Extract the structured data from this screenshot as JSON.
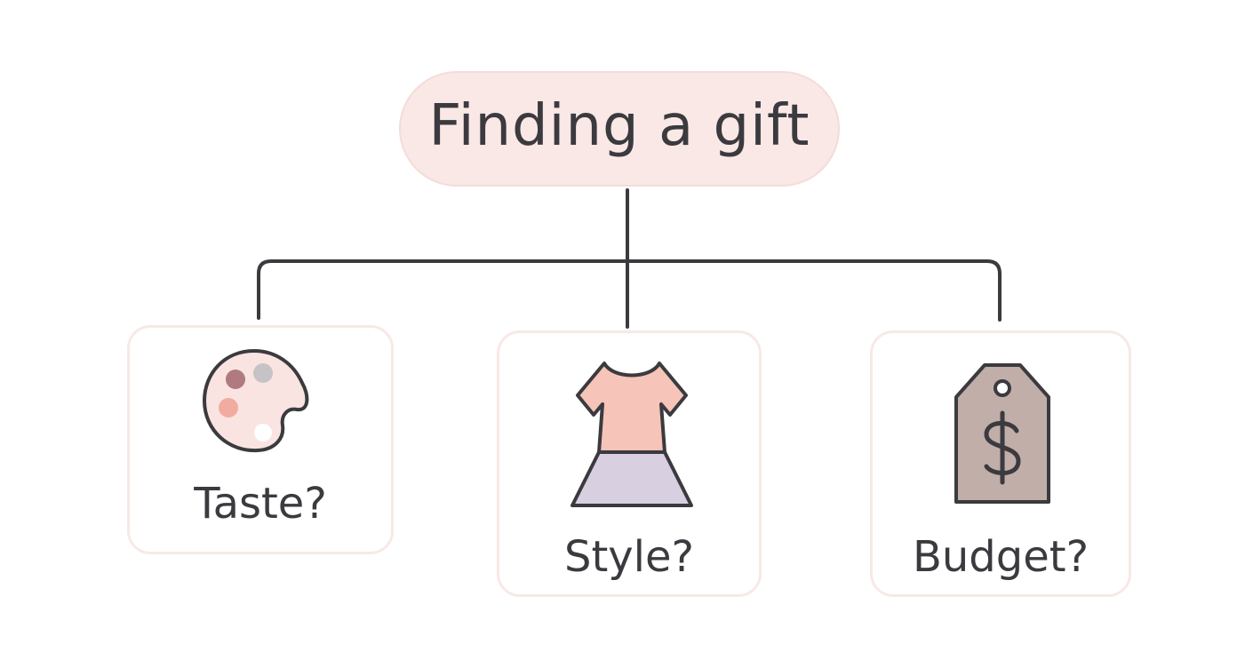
{
  "diagram": {
    "root": {
      "label": "Finding a gift"
    },
    "branches": [
      {
        "label": "Taste?",
        "icon": "palette-icon"
      },
      {
        "label": "Style?",
        "icon": "dress-icon"
      },
      {
        "label": "Budget?",
        "icon": "price-tag-icon"
      }
    ]
  },
  "colors": {
    "root_fill": "#f9e8e6",
    "card_border": "#f8e9e6",
    "line": "#3b3a3f",
    "palette_fill": "#f9e4e1",
    "dress_top": "#f6c4b8",
    "dress_skirt": "#d8cfe0",
    "tag_fill": "#c1aea8"
  }
}
